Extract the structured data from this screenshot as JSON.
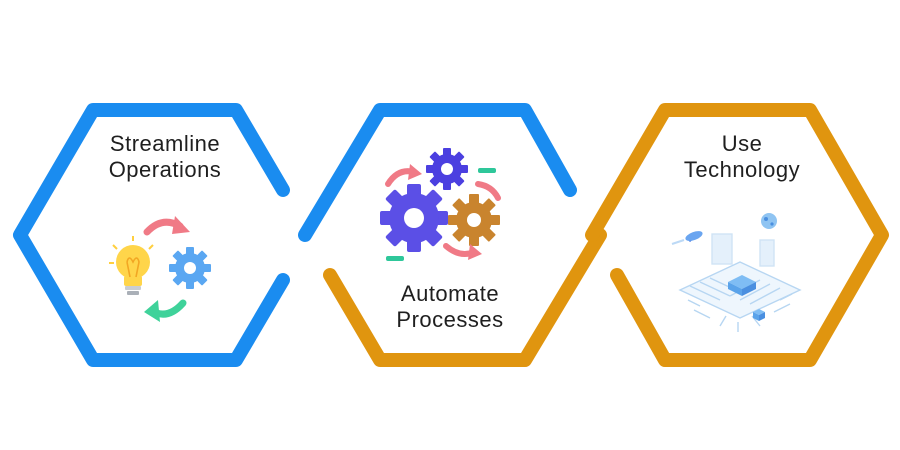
{
  "colors": {
    "blue": "#1a8cf0",
    "gold": "#e0950f",
    "gear_blue": "#5b6ff0",
    "gear_purple": "#4b3fe0",
    "gear_bronze": "#c9842e",
    "arrow_pink": "#f07a86",
    "arrow_green": "#3fd29a",
    "bulb_yellow": "#ffd54a",
    "gear_light_blue": "#5aa7f2",
    "tech_blue": "#8fc4f2"
  },
  "steps": [
    {
      "line1": "Streamline",
      "line2": "Operations",
      "icon": "lightbulb-gear-icon",
      "outline_color": "blue"
    },
    {
      "line1": "Automate",
      "line2": "Processes",
      "icon": "gears-icon",
      "outline_color": "split-blue-gold"
    },
    {
      "line1": "Use",
      "line2": "Technology",
      "icon": "circuit-rocket-icon",
      "outline_color": "gold"
    }
  ]
}
